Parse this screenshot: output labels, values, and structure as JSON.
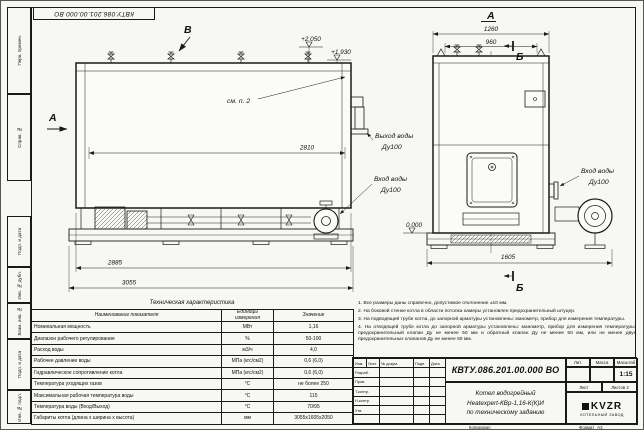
{
  "sheet": {
    "doc_number": "КВТУ.086.201.00.000 ВО",
    "format_note": "Формат",
    "format_value": "А3",
    "copied_label": "Копировал",
    "side_labels": [
      "Перв. примен.",
      "Справ. №",
      "Подп. и дата",
      "Инв. № дубл.",
      "Взам. инв. №",
      "Подп. и дата",
      "Инв. № подл."
    ]
  },
  "views": {
    "marker_a": "А",
    "marker_b": "В",
    "see_note": "см. п. 2",
    "elev_top": "+2.050",
    "elev_pipe": "+1.930",
    "elev_zero": "0.000",
    "dim_2810": "2810",
    "dim_2885": "2885",
    "dim_3055": "3055",
    "outlet_label_1": "Выход воды",
    "outlet_label_2": "Ду100",
    "inlet_label_1": "Вход воды",
    "inlet_label_2": "Ду100",
    "front_title": "А",
    "section_b_top": "Б",
    "section_b_bottom": "Б",
    "dim_1260": "1260",
    "dim_960": "960",
    "dim_1605": "1605",
    "front_inlet_1": "Вход воды",
    "front_inlet_2": "Ду100"
  },
  "tech_table": {
    "title": "Техническая характеристика",
    "headers": [
      "Наименование показателя",
      "Единицы измерения",
      "Значение"
    ],
    "rows": [
      [
        "Номинальная мощность",
        "МВт",
        "1,16"
      ],
      [
        "Диапазон рабочего регулирования",
        "%",
        "50-100"
      ],
      [
        "Расход воды",
        "м3/ч",
        "4,0"
      ],
      [
        "Рабочее давление воды",
        "МПа (кгс/см2)",
        "0,6 (6,0)"
      ],
      [
        "Гидравлическое сопротивление котла",
        "МПа (кгс/см2)",
        "0,6 (6,0)"
      ],
      [
        "Температура уходящих газов",
        "°С",
        "не более 250"
      ],
      [
        "Максимальная рабочая температура воды",
        "°С",
        "115"
      ],
      [
        "Температура воды (Вход/Выход)",
        "°С",
        "70/95"
      ],
      [
        "Габариты котла (длина х ширина х высота)",
        "мм",
        "3055х1605х2050"
      ]
    ]
  },
  "notes": [
    "1. Все размеры даны справочно, допустимое отклонение ±10 мм.",
    "2. На боковой стенке котла в области потолка камеры установлен предохранительный штуцер.",
    "3. На подводящей трубе котла, до запорной арматуры установлены: манометр, прибор для измерения температуры.",
    "4. На отводящей трубе котла до запорной арматуры установлены: манометр, прибор для измерения температуры, предохранительный клапан Ду не менее 50 мм и обратный клапан Ду не менее 50 мм, или не менее двух предохранительных клапанов Ду не менее 50 мм."
  ],
  "title_block": {
    "rev_cols": [
      "Изм.",
      "Лист",
      "№ докум.",
      "Подп.",
      "Дата"
    ],
    "roles": [
      "Разраб.",
      "Пров.",
      "Т.контр.",
      "Н.контр.",
      "Утв."
    ],
    "doc_number": "КВТУ.086.201.00.000 ВО",
    "name_line1": "Котел водогрейный",
    "name_line2": "Heatexpert-КВр-1,16-К(К)И",
    "name_line3": "по техническому заданию",
    "lit_label": "Лит.",
    "mass_label": "Масса",
    "scale_label": "Масштаб",
    "scale_value": "1:15",
    "sheet_label": "Лист",
    "sheets_label": "Листов",
    "sheets_value": "2",
    "brand": "KVZR",
    "brand_sub": "КОТЕЛЬНЫЙ ЗАВОД"
  }
}
